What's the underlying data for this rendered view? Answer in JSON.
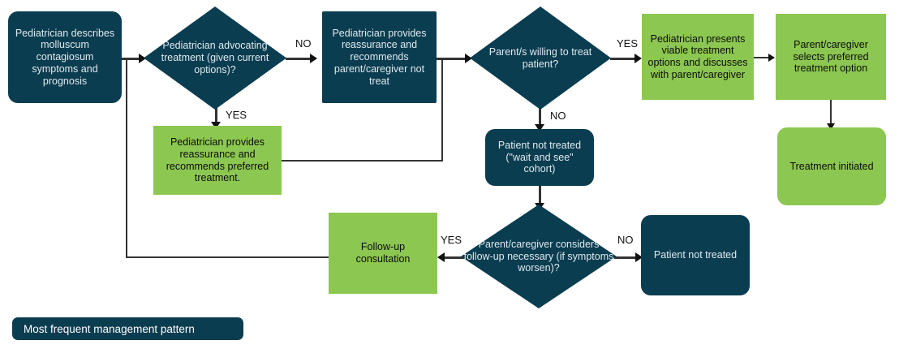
{
  "diagram": {
    "title": "Molluscum contagiosum pediatric management flowchart",
    "colors": {
      "dark": "#0b3d50",
      "green": "#8cc751",
      "connector": "#333333",
      "dark_text": "#dfe9ee",
      "green_text": "#0c0c0c"
    }
  },
  "nodes": {
    "start": "Pediatrician describes molluscum contagiosum symptoms and prognosis",
    "decision_advocating": "Pediatrician advocating treatment (given current options)?",
    "reassurance_not_treat": "Pediatrician provides reassurance and recommends parent/caregiver not treat",
    "reassurance_preferred": "Pediatrician provides reassurance and recommends preferred treatment.",
    "decision_willing": "Parent/s willing to treat patient?",
    "presents_options": "Pediatrician presents viable treatment options and discusses with parent/caregiver",
    "selects_option": "Parent/caregiver selects preferred treatment option",
    "treatment_initiated": "Treatment initiated",
    "wait_and_see": "Patient not treated (\"wait and see\" cohort)",
    "decision_followup": "Parent/caregiver considers follow-up necessary (if symptoms worsen)?",
    "followup_consultation": "Follow-up consultation",
    "not_treated": "Patient not treated"
  },
  "edge_labels": {
    "advocating_no": "NO",
    "advocating_yes": "YES",
    "willing_yes": "YES",
    "willing_no": "NO",
    "followup_yes": "YES",
    "followup_no": "NO"
  },
  "legend": {
    "label": "Most frequent management pattern"
  }
}
